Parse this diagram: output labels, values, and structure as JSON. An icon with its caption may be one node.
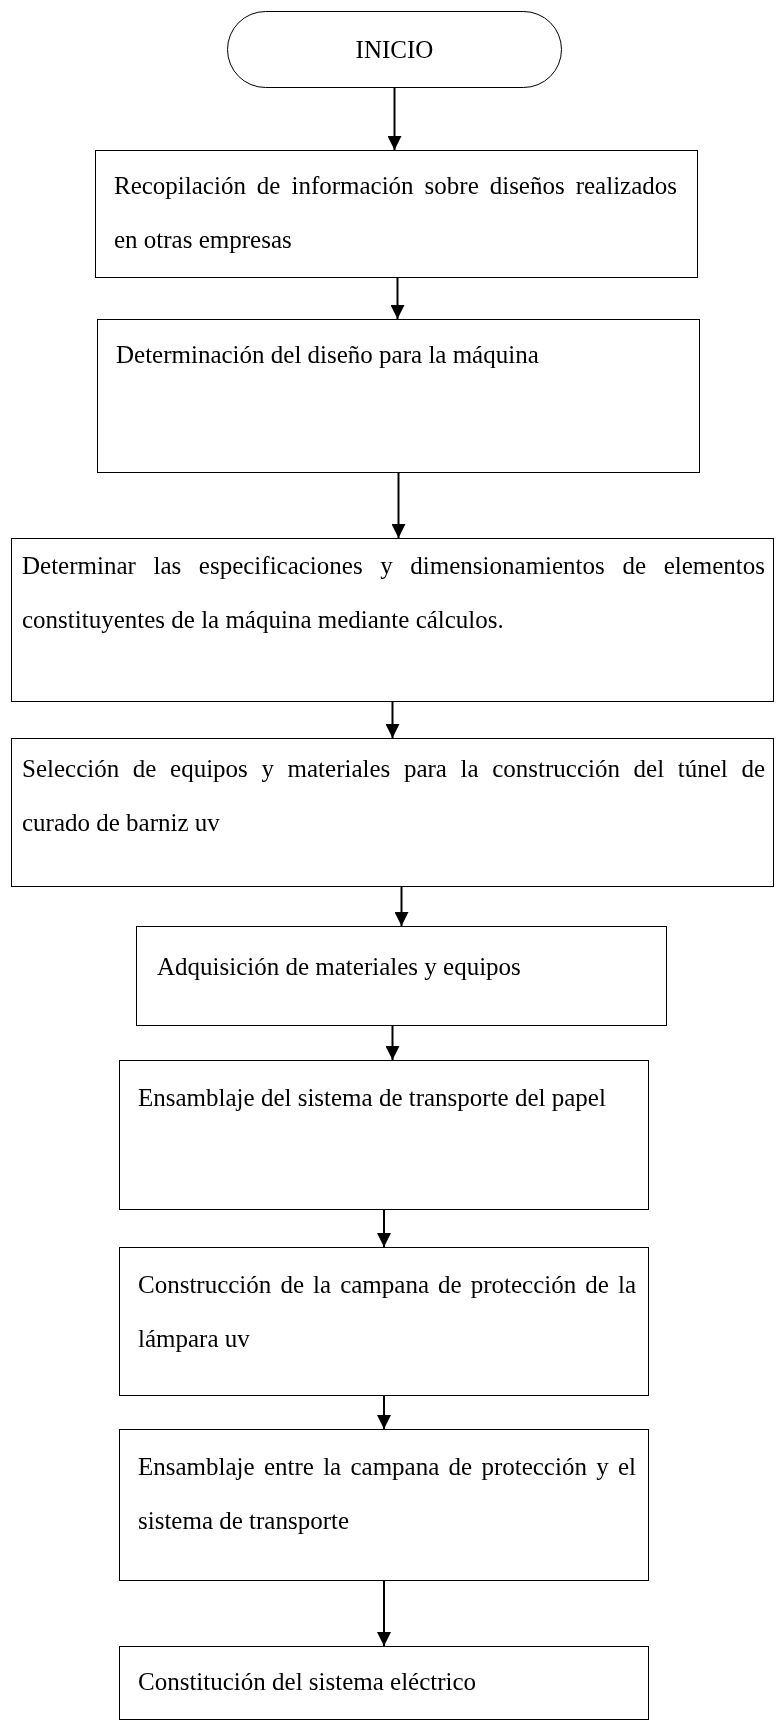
{
  "diagram": {
    "nodes": [
      {
        "text": [
          "INICIO"
        ]
      },
      {
        "text": [
          "Recopilación de información sobre diseños realizados en otras empresas"
        ]
      },
      {
        "text": [
          "Determinación del diseño para la máquina"
        ]
      },
      {
        "text": [
          "Determinar las especificaciones y dimensionamientos de elementos constituyentes de la máquina mediante cálculos."
        ]
      },
      {
        "text": [
          "Selección de equipos y materiales para la construcción del túnel de curado de barniz uv"
        ]
      },
      {
        "text": [
          "Adquisición de materiales y equipos"
        ]
      },
      {
        "text": [
          "Ensamblaje del sistema de transporte del papel"
        ]
      },
      {
        "text": [
          "Construcción de la campana de protección de la lámpara uv"
        ]
      },
      {
        "text": [
          "Ensamblaje entre la campana de protección y el sistema de transporte"
        ]
      },
      {
        "text": [
          "Constitución del sistema eléctrico"
        ]
      }
    ],
    "edges": [
      {
        "from": 0,
        "to": 1,
        "arrow": "to"
      },
      {
        "from": 1,
        "to": 2,
        "arrow": "to"
      },
      {
        "from": 2,
        "to": 3,
        "arrow": "to"
      },
      {
        "from": 3,
        "to": 4,
        "arrow": "to"
      },
      {
        "from": 4,
        "to": 5,
        "arrow": "to"
      },
      {
        "from": 5,
        "to": 6,
        "arrow": "to"
      },
      {
        "from": 6,
        "to": 7,
        "arrow": "to"
      },
      {
        "from": 7,
        "to": 8,
        "arrow": "to"
      },
      {
        "from": 8,
        "to": 9,
        "arrow": "to"
      }
    ]
  }
}
